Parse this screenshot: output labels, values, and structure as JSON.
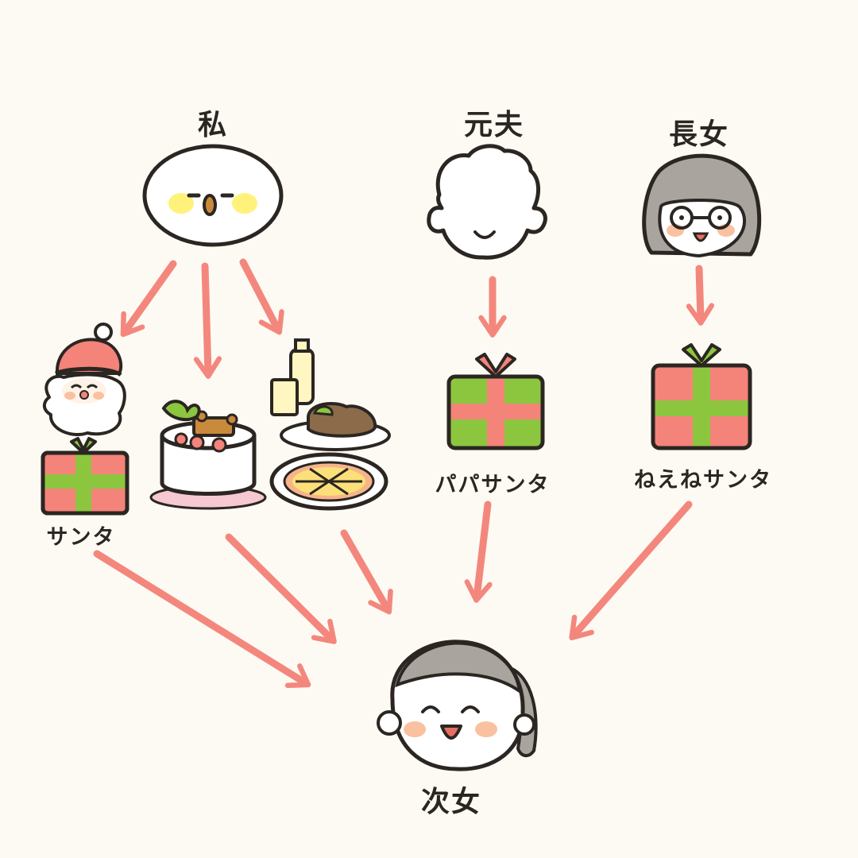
{
  "labels": {
    "me": "私",
    "ex_husband": "元夫",
    "eldest_daughter": "長女",
    "santa": "サンタ",
    "papa_santa": "パパサンタ",
    "neene_santa": "ねえねサンタ",
    "second_daughter": "次女"
  },
  "colors": {
    "arrow": "#f4877d",
    "outline": "#2b2622",
    "gift_green": "#8cc63f",
    "gift_pink": "#f4837a",
    "hair_gray": "#a9a59e",
    "cheek_yellow": "#fff27a",
    "cheek_pink": "#f9c1a0",
    "background": "#fdfaf3"
  },
  "icons": [
    "bird-face-icon",
    "man-face-icon",
    "girl-glasses-face-icon",
    "santa-icon",
    "gift-box-icon",
    "cake-icon",
    "food-icon",
    "pizza-icon",
    "girl-ponytail-face-icon"
  ]
}
